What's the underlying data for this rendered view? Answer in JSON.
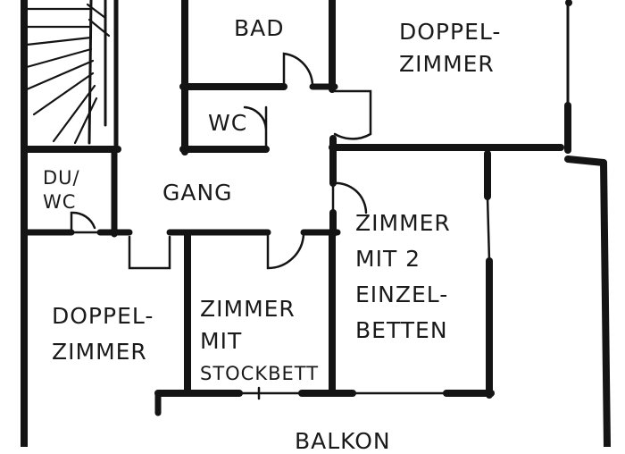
{
  "rooms": {
    "bad": {
      "line1": "BAD"
    },
    "doppelzimmer_top": {
      "line1": "DOPPEL-",
      "line2": "ZIMMER"
    },
    "wc": {
      "line1": "WC"
    },
    "du_wc": {
      "line1": "DU/",
      "line2": "WC"
    },
    "gang": {
      "line1": "GANG"
    },
    "zimmer_einzelbetten": {
      "line1": "ZIMMER",
      "line2": "MIT 2",
      "line3": "EINZEL-",
      "line4": "BETTEN"
    },
    "doppelzimmer_left": {
      "line1": "DOPPEL-",
      "line2": "ZIMMER"
    },
    "zimmer_stockbett": {
      "line1": "ZIMMER",
      "line2": "MIT",
      "line3": "STOCKBETT"
    },
    "balkon": {
      "line1": "BALKON"
    }
  },
  "colors": {
    "ink": "#141414",
    "paper": "#ffffff"
  }
}
